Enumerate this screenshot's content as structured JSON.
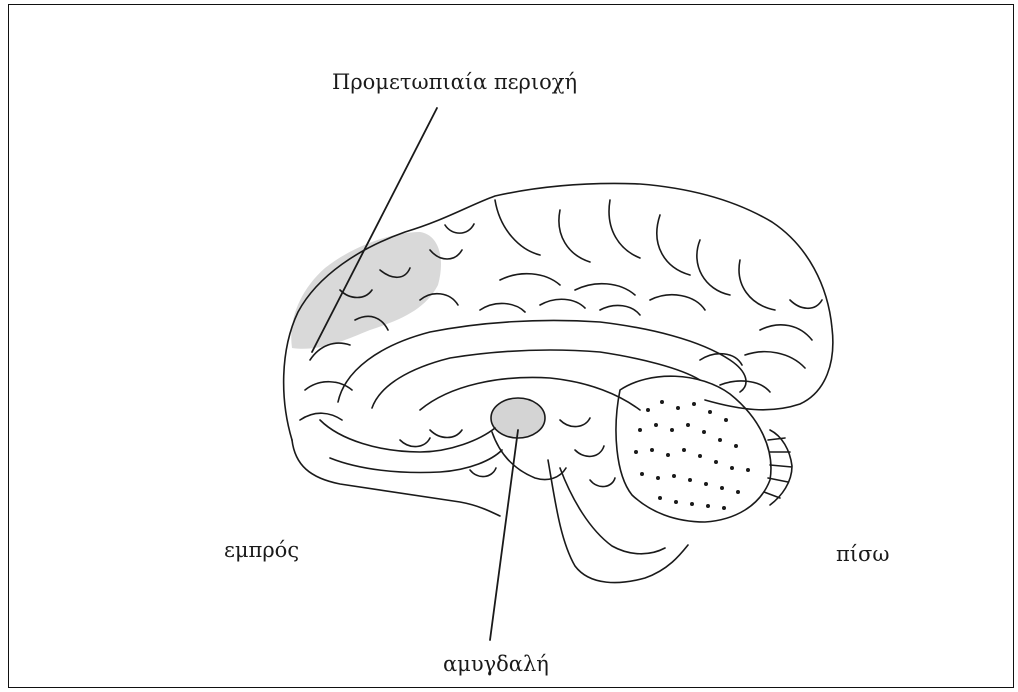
{
  "labels": {
    "prefrontal": "Προμετωπιαία περιοχή",
    "front": "εμπρός",
    "back": "πίσω",
    "amygdala": "αμυγδαλή"
  },
  "colors": {
    "line": "#1a1a1a",
    "highlight": "#d9d9d9"
  }
}
